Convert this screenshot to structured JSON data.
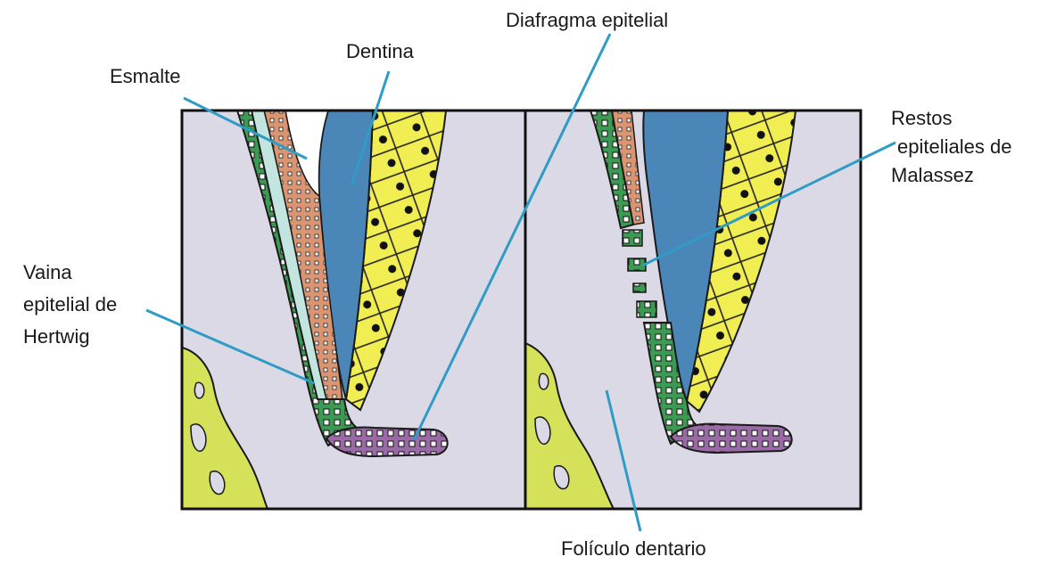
{
  "labels": {
    "esmalte": "Esmalte",
    "dentina": "Dentina",
    "diafragma": "Diafragma epitelial",
    "restos": [
      "Restos",
      "epiteliales de",
      "Malassez"
    ],
    "vaina": [
      "Vaina",
      "epitelial de",
      "Hertwig"
    ],
    "foliculo": "Folículo dentario"
  },
  "colors": {
    "background": "#dcd9e6",
    "dentin": "#4a86b8",
    "enamel": "#c3e5df",
    "preenamel": "#d99472",
    "odontoblast": "#f1ee54",
    "sheath": "#3d9a52",
    "diaphragm": "#9a6aa6",
    "bone": "#d6e15a",
    "leader": "#2f9cc6"
  }
}
